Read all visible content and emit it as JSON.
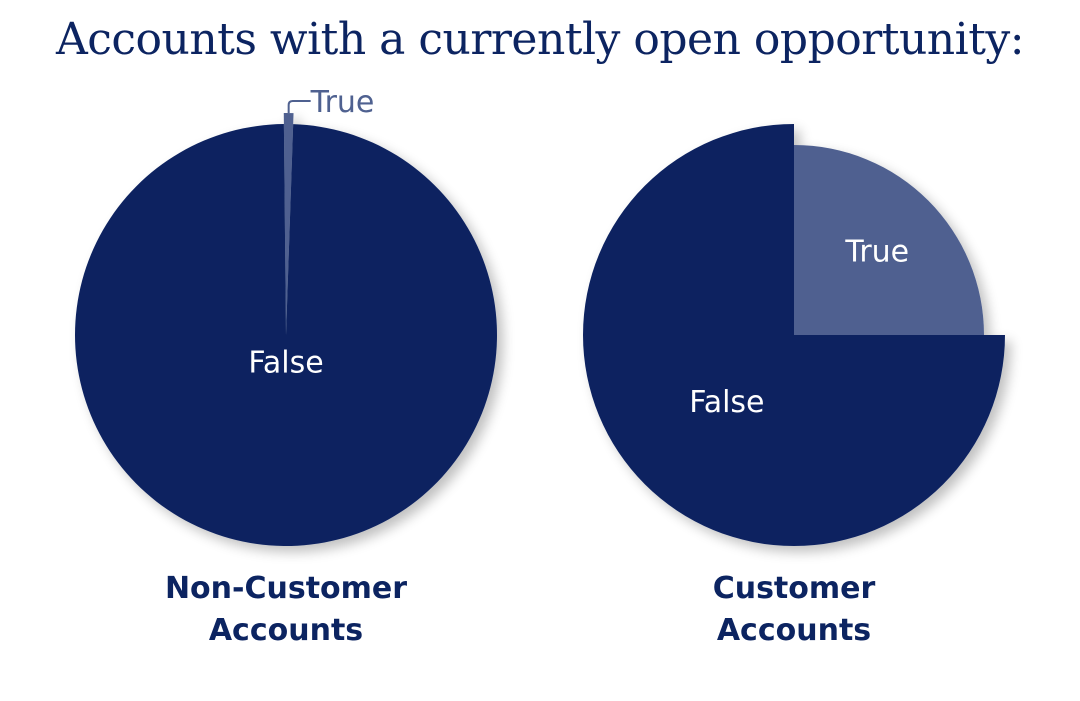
{
  "chart_data": [
    {
      "type": "pie",
      "title": "Accounts with a currently open opportunity:",
      "caption": [
        "Non-Customer",
        "Accounts"
      ],
      "slices": [
        {
          "label": "True",
          "value": 0.7,
          "color": "#4f6190"
        },
        {
          "label": "False",
          "value": 99.3,
          "color": "#0c2461"
        }
      ]
    },
    {
      "type": "pie",
      "caption": [
        "Customer",
        "Accounts"
      ],
      "slices": [
        {
          "label": "True",
          "value": 25,
          "color": "#4f6190"
        },
        {
          "label": "False",
          "value": 75,
          "color": "#0c2461"
        }
      ]
    }
  ]
}
